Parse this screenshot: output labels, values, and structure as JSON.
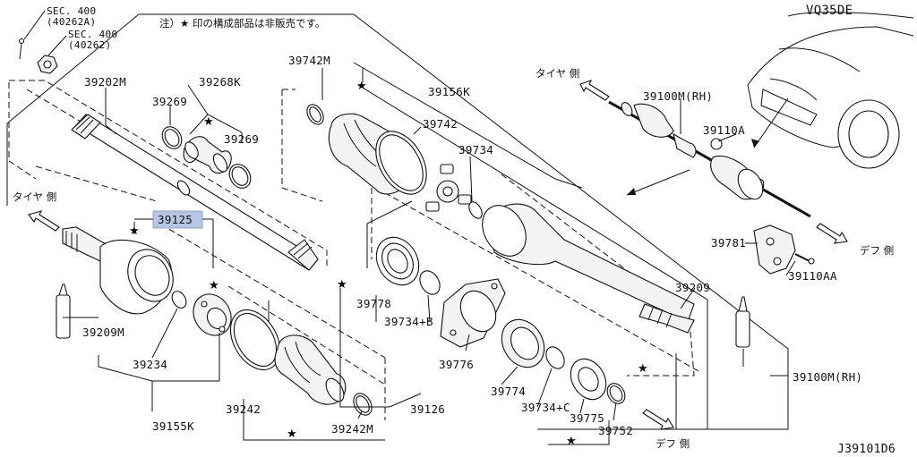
{
  "header": {
    "note": "注）★ 印の構成部品は非販売です。",
    "engine": "VQ35DE",
    "diagram_code": "J39101D6"
  },
  "refs": {
    "sec1_line1": "SEC. 400",
    "sec1_line2": "(40262A)",
    "sec2_line1": "SEC. 400",
    "sec2_line2": "(40262)"
  },
  "directions": {
    "tire_left": "タイヤ 側",
    "tire_right": "タイヤ 側",
    "diff_bottom": "デフ 側",
    "diff_right": "デフ 側"
  },
  "parts": {
    "p39202M": "39202M",
    "p39268K": "39268K",
    "p39269a": "39269",
    "p39269b": "39269",
    "p39742M": "39742M",
    "p39742": "39742",
    "p39156K": "39156K",
    "p39734": "39734",
    "p39100M_top": "39100M(RH)",
    "p39110A": "39110A",
    "p39125": "39125",
    "p39209M": "39209M",
    "p39234": "39234",
    "p39155K": "39155K",
    "p39242": "39242",
    "p39242M": "39242M",
    "p39126": "39126",
    "p39778": "39778",
    "p39734B": "39734+B",
    "p39776": "39776",
    "p39774": "39774",
    "p39734C": "39734+C",
    "p39775": "39775",
    "p39752": "39752",
    "p39209": "39209",
    "p39100M_bottom": "39100M(RH)",
    "p39781": "39781",
    "p39110AA": "39110AA"
  }
}
